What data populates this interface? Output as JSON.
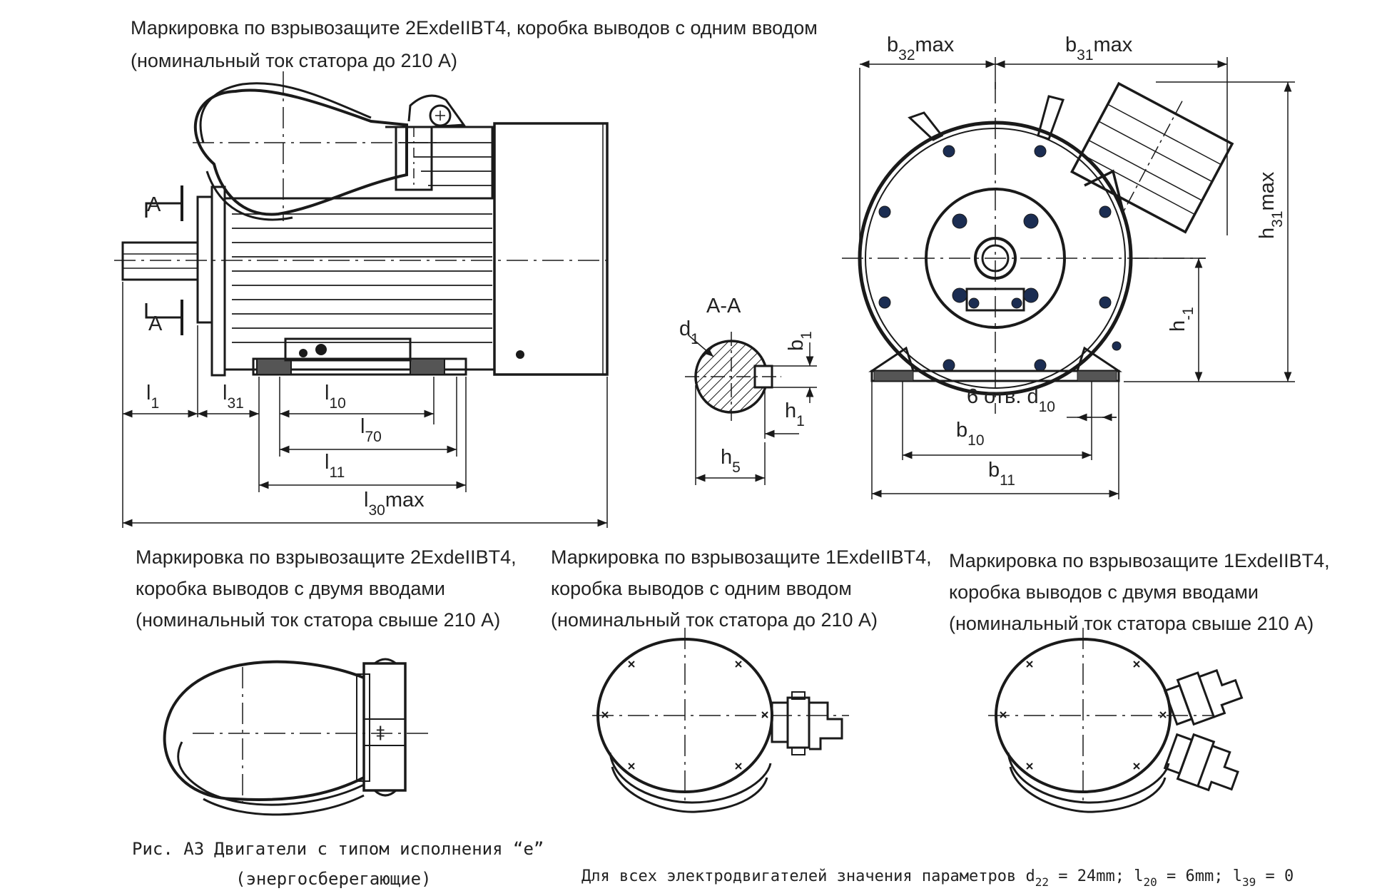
{
  "captions": {
    "top_left": [
      "Маркировка по взрывозащите 2ExdeIIBT4, коробка выводов с одним вводом",
      "(номинальный ток статора до 210 А)"
    ],
    "bottom_left": [
      "Маркировка по взрывозащите 2ExdeIIBT4,",
      "коробка выводов с двумя вводами",
      "(номинальный ток статора свыше 210 А)"
    ],
    "bottom_mid": [
      "Маркировка по взрывозащите 1ExdeIIBT4,",
      "коробка выводов с одним вводом",
      "(номинальный ток статора до 210 А)"
    ],
    "bottom_right": [
      "Маркировка по взрывозащите 1ExdeIIBT4,",
      "коробка выводов с двумя вводами",
      "(номинальный ток статора свыше 210 А)"
    ]
  },
  "section_marks": {
    "a_top": "А",
    "a_bottom": "А",
    "aa_title": "А-А"
  },
  "dims": {
    "l1": {
      "main": "l",
      "sub": "1"
    },
    "l31": {
      "main": "l",
      "sub": "31"
    },
    "l10": {
      "main": "l",
      "sub": "10"
    },
    "l70": {
      "main": "l",
      "sub": "70"
    },
    "l11": {
      "main": "l",
      "sub": "11"
    },
    "l30": {
      "main": "l",
      "sub": "30",
      "suffix": "max"
    },
    "d1": {
      "main": "d",
      "sub": "1"
    },
    "b1": {
      "main": "b",
      "sub": "1"
    },
    "h1": {
      "main": "h",
      "sub": "1"
    },
    "h5": {
      "main": "h",
      "sub": "5"
    },
    "b32": {
      "main": "b",
      "sub": "32",
      "suffix": "max"
    },
    "b31": {
      "main": "b",
      "sub": "31",
      "suffix": "max"
    },
    "h31": {
      "main": "h",
      "sub": "31",
      "suffix": "max"
    },
    "h_1": {
      "main": "h",
      "sub": "-1"
    },
    "holes": {
      "prefix": "6 отв. d",
      "sub": "10"
    },
    "b10": {
      "main": "b",
      "sub": "10"
    },
    "b11": {
      "main": "b",
      "sub": "11"
    }
  },
  "figure": {
    "label": "Рис. А3",
    "title": "Двигатели с типом исполнения “е”",
    "title2": "(энергосберегающие)"
  },
  "footnote": {
    "text": "Для всех электродвигателей значения параметров d",
    "d22_sub": "22",
    "d22_val": " = 24mm; l",
    "l20_sub": "20",
    "l20_val": " = 6mm; l",
    "l39_sub": "39",
    "l39_val": " = 0"
  }
}
